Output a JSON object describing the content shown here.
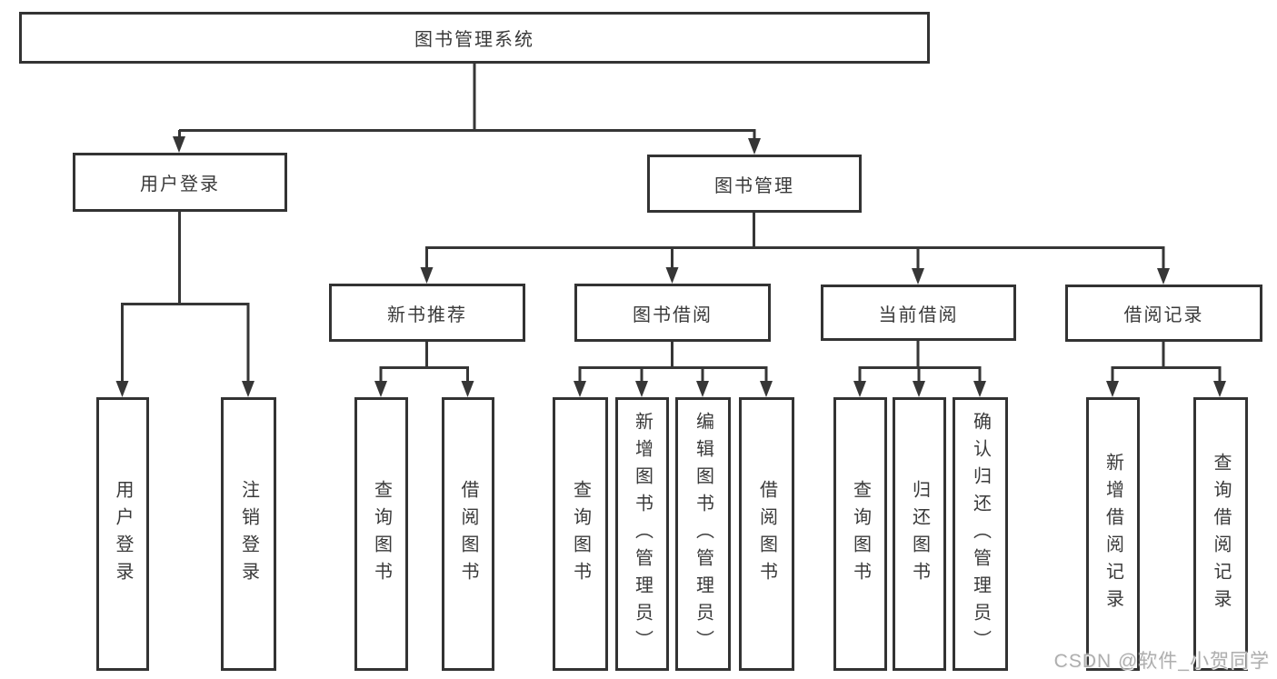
{
  "diagram": {
    "title": "图书管理系统",
    "level2": {
      "user_login": "用户登录",
      "book_management": "图书管理"
    },
    "level3": {
      "new_book_recommend": "新书推荐",
      "book_borrow": "图书借阅",
      "current_borrow": "当前借阅",
      "borrow_records": "借阅记录"
    },
    "leaves": {
      "user_login": "用户登录",
      "logout": "注销登录",
      "recommend_query_books": "查询图书",
      "recommend_borrow_books": "借阅图书",
      "borrow_query_books": "查询图书",
      "borrow_add_books": "新增图书（管理员）",
      "borrow_edit_books": "编辑图书（管理员）",
      "borrow_borrow_books": "借阅图书",
      "current_query_books": "查询图书",
      "current_return_books": "归还图书",
      "current_confirm_return": "确认归还（管理员）",
      "records_add": "新增借阅记录",
      "records_query": "查询借阅记录"
    }
  },
  "watermark": {
    "text": "CSDN @软件_小贺同学"
  }
}
